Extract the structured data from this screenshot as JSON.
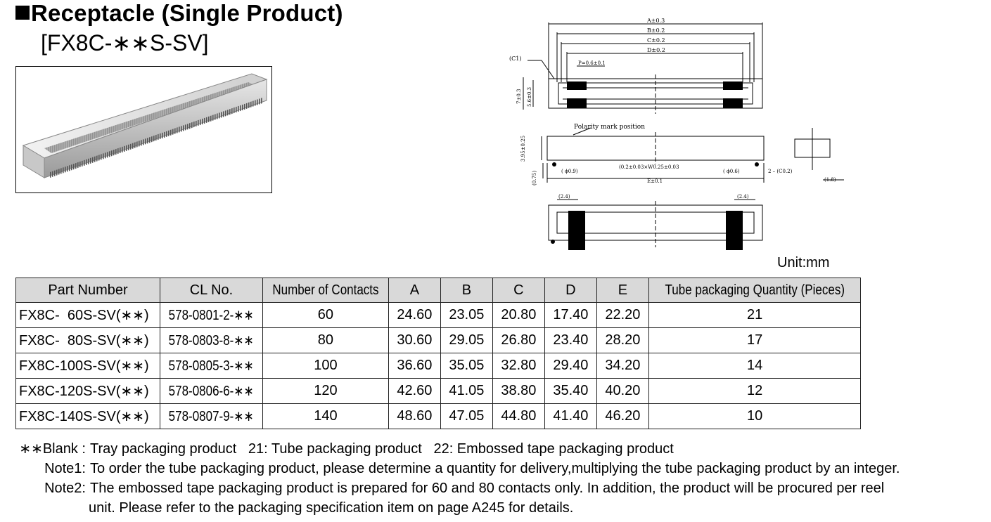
{
  "header": {
    "title": "Receptacle (Single Product)",
    "model": "[FX8C-∗∗S-SV]"
  },
  "drawing": {
    "labels": {
      "dim_a": "A±0.3",
      "dim_b": "B±0.2",
      "dim_c": "C±0.2",
      "dim_d": "D±0.2",
      "dim_c1": "(C1)",
      "dim_p": "P=0.6±0.1",
      "dim_7": "7±0.3",
      "dim_56": "5.6±0.3",
      "polarity": "Polarity mark position",
      "dim_395": "3.95±0.25",
      "dim_075": "(0.75)",
      "dim_phi09": "( ϕ0.9)",
      "dim_width": "(0.2±0.03×W0.25±0.03",
      "dim_phi06": "( ϕ0.6)",
      "dim_c02": "2 – (C0.2)",
      "dim_e": "E±0.1",
      "dim_18": "(1.8)",
      "dim_24_left": "(2.4)",
      "dim_24_right": "(2.4)"
    }
  },
  "unit_label": "Unit:mm",
  "table": {
    "headers": [
      "Part Number",
      "CL No.",
      "Number of Contacts",
      "A",
      "B",
      "C",
      "D",
      "E",
      "Tube packaging Quantity (Pieces)"
    ],
    "rows": [
      [
        "FX8C-  60S-SV(∗∗)",
        "578-0801-2-∗∗",
        "60",
        "24.60",
        "23.05",
        "20.80",
        "17.40",
        "22.20",
        "21"
      ],
      [
        "FX8C-  80S-SV(∗∗)",
        "578-0803-8-∗∗",
        "80",
        "30.60",
        "29.05",
        "26.80",
        "23.40",
        "28.20",
        "17"
      ],
      [
        "FX8C-100S-SV(∗∗)",
        "578-0805-3-∗∗",
        "100",
        "36.60",
        "35.05",
        "32.80",
        "29.40",
        "34.20",
        "14"
      ],
      [
        "FX8C-120S-SV(∗∗)",
        "578-0806-6-∗∗",
        "120",
        "42.60",
        "41.05",
        "38.80",
        "35.40",
        "40.20",
        "12"
      ],
      [
        "FX8C-140S-SV(∗∗)",
        "578-0807-9-∗∗",
        "140",
        "48.60",
        "47.05",
        "44.80",
        "41.40",
        "46.20",
        "10"
      ]
    ]
  },
  "notes": {
    "blank_label": "∗∗Blank :",
    "blank_text": "Tray packaging product   21: Tube packaging product   22: Embossed tape packaging product",
    "note1_label": "Note1:",
    "note1_text": "To order the tube packaging product, please determine a quantity for delivery,multiplying the tube packaging product by an integer.",
    "note2_label": "Note2:",
    "note2_text": "The embossed tape packaging product is prepared for 60 and 80 contacts only. In addition, the product will be procured per reel",
    "note2_text_cont": "unit. Please refer to the packaging specification item on page A245 for details."
  }
}
